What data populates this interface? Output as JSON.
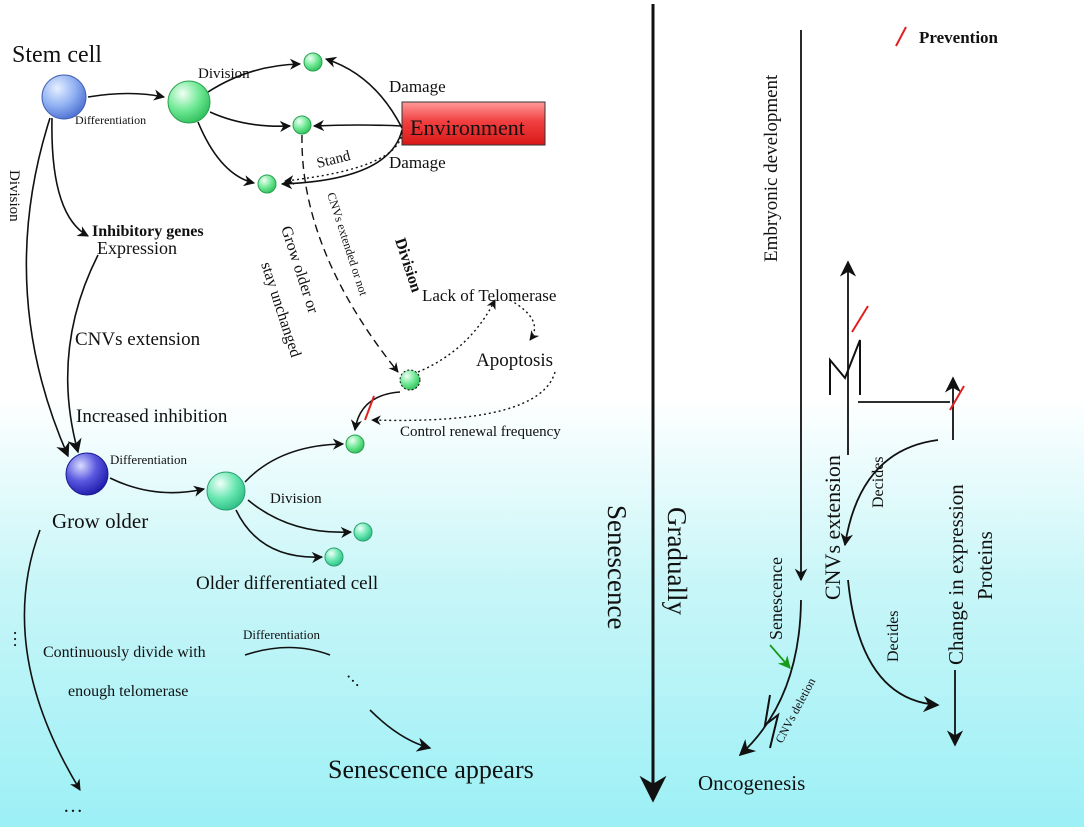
{
  "left": {
    "stem_cell": "Stem cell",
    "division_top": "Division",
    "differentiation_top": "Differentiation",
    "damage_top": "Damage",
    "damage_bottom": "Damage",
    "environment": "Environment",
    "stand": "Stand",
    "division_vertical": "Division",
    "inhibitory_genes": "Inhibitory genes",
    "expression": "Expression",
    "cnvs_extension": "CNVs extension",
    "increased_inhibition": "Increased inhibition",
    "division_bold": "Division",
    "cnvs_extended_or_not": "CNVs extended or not",
    "grow_older_or": "Grow older or",
    "stay_unchanged": "stay unchanged",
    "lack_of_telomerase": "Lack of Telomerase",
    "apoptosis": "Apoptosis",
    "control_renewal_frequency": "Control renewal frequency",
    "differentiation_mid": "Differentiation",
    "grow_older": "Grow older",
    "division_mid": "Division",
    "older_differentiated_cell": "Older differentiated cell",
    "ellipsis_1": "…",
    "continuously_divide_with": "Continuously divide with",
    "enough_telomerase": "enough telomerase",
    "differentiation_small": "Differentiation",
    "ellipsis_2": "…",
    "senescence_appears": "Senescence appears",
    "ellipsis_3": "…"
  },
  "middle": {
    "senescence": "Senescence",
    "gradually": "Gradually"
  },
  "right": {
    "prevention": "Prevention",
    "embryonic_development": "Embryonic development",
    "cnvs_extension": "CNVs extension",
    "decides_top": "Decides",
    "decides_bottom": "Decides",
    "change_in_expression": "Change in expression",
    "proteins": "Proteins",
    "senescence": "Senescence",
    "cnvs_deletion": "CNVs deletion",
    "oncogenesis": "Oncogenesis"
  },
  "colors": {
    "stem_cell_blue": "#7aa0f0",
    "old_stem_blue": "#3030c8",
    "cell_green": "#4fe07a",
    "environment_red": "#f03030",
    "prevention_red": "#e02020",
    "arrow_green": "#1a9a1a",
    "bg_cyan": "#9cf0f6"
  }
}
